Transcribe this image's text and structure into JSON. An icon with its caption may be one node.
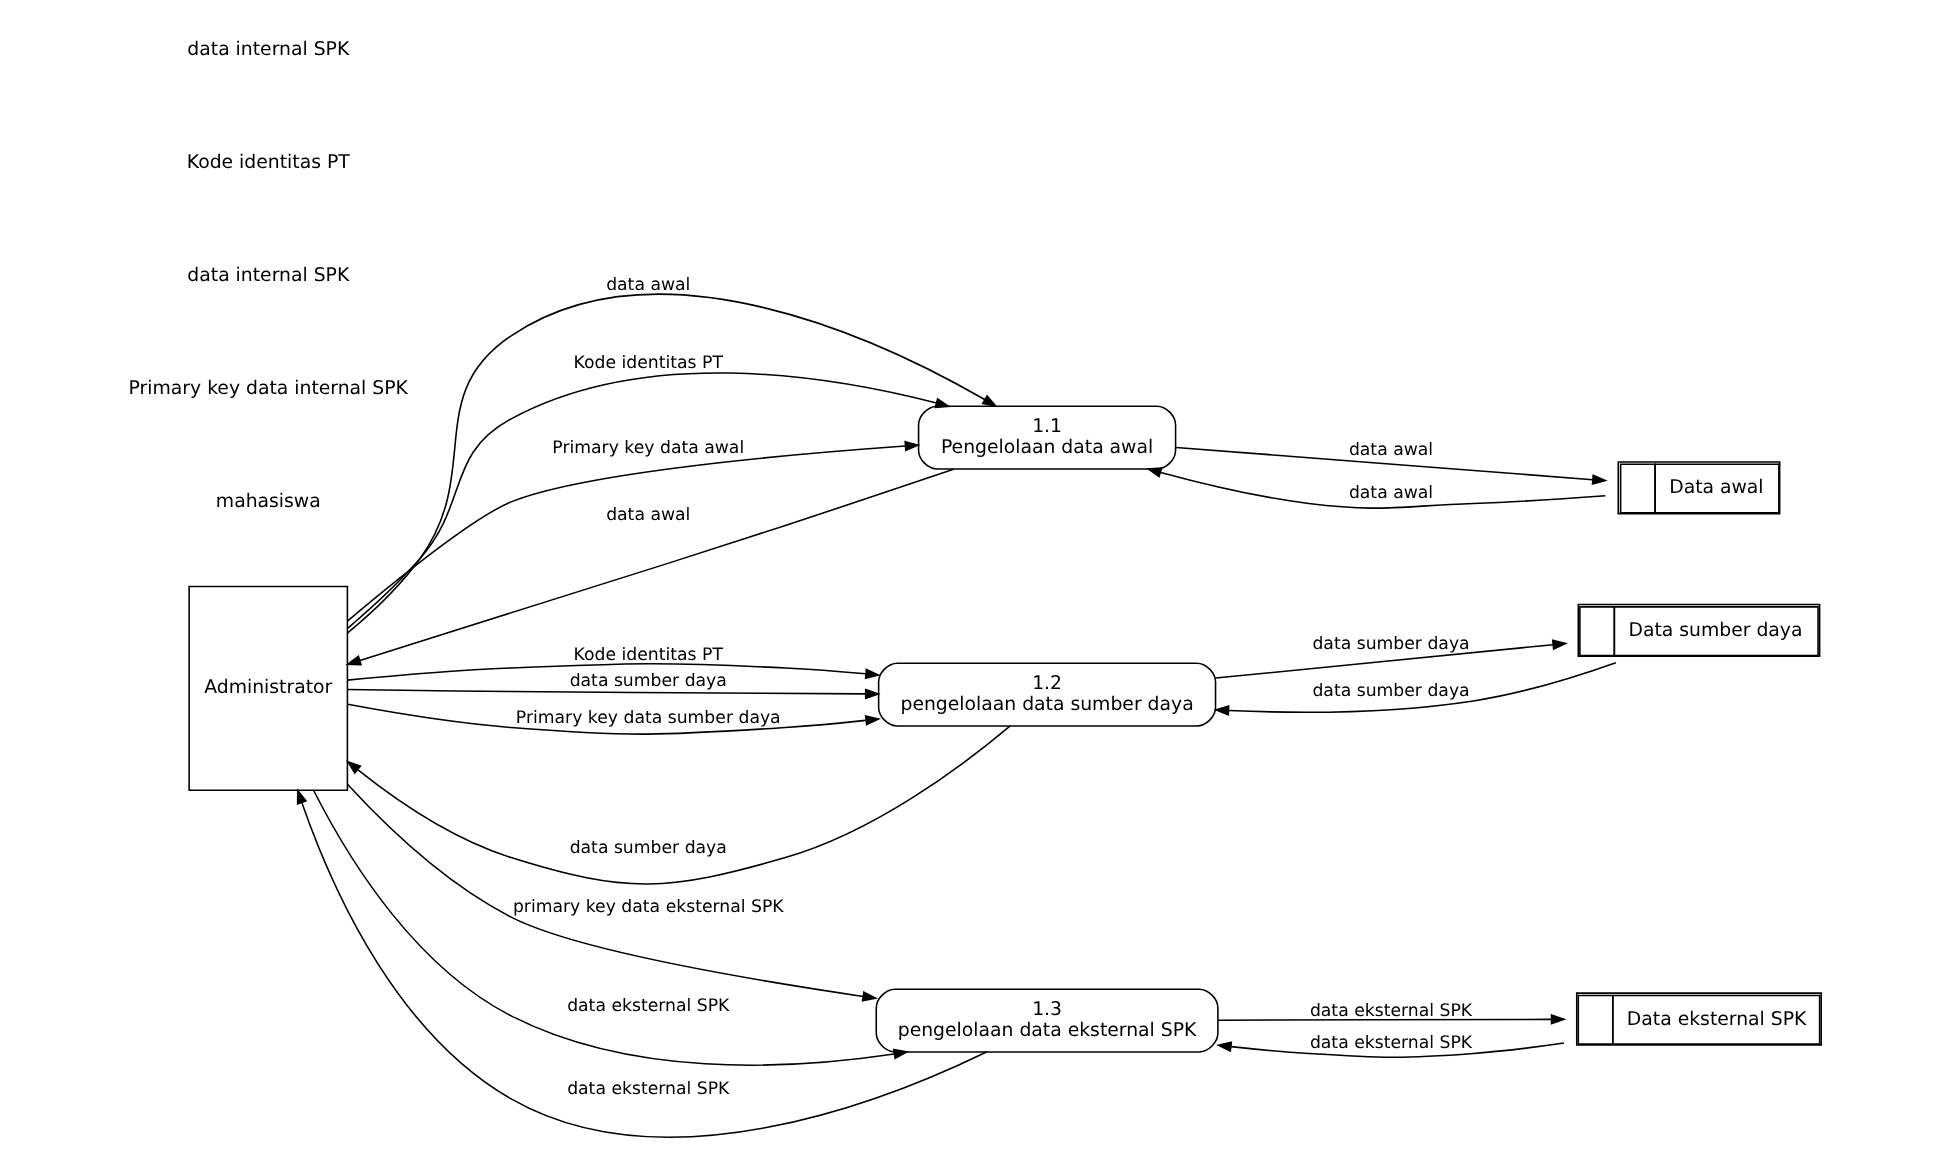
{
  "diagram": {
    "nodes": [
      {
        "text": [
          "Administrator"
        ]
      },
      {
        "text": [
          "1.1",
          "Pengelolaan data awal"
        ]
      },
      {
        "text": [
          "Data awal"
        ]
      },
      {
        "text": [
          "1.2",
          "pengelolaan data sumber daya"
        ]
      },
      {
        "text": [
          "Data sumber daya"
        ]
      },
      {
        "text": [
          "1.3",
          "pengelolaan data eksternal SPK"
        ]
      },
      {
        "text": [
          "Data eksternal SPK"
        ]
      }
    ],
    "edges": [
      {
        "from": 0,
        "to": 1,
        "arrow": "to",
        "label": "data awal"
      },
      {
        "from": 0,
        "to": 1,
        "arrow": "to",
        "label": "Kode identitas PT"
      },
      {
        "from": 0,
        "to": 1,
        "arrow": "to",
        "label": "Primary key data awal"
      },
      {
        "from": 1,
        "to": 0,
        "arrow": "to",
        "label": "data awal"
      },
      {
        "from": 3,
        "to": 0,
        "arrow": "to",
        "label": "data sumber daya"
      },
      {
        "from": 0,
        "to": 3,
        "arrow": "to",
        "label": "Kode identitas PT"
      },
      {
        "from": 0,
        "to": 3,
        "arrow": "to",
        "label": "data sumber daya"
      },
      {
        "from": 0,
        "to": 3,
        "arrow": "to",
        "label": "Primary key data sumber daya"
      },
      {
        "from": 1,
        "to": 2,
        "arrow": "to",
        "label": "data awal"
      },
      {
        "from": 2,
        "to": 1,
        "arrow": "to",
        "label": "data awal"
      },
      {
        "from": 3,
        "to": 4,
        "arrow": "to",
        "label": "data sumber daya"
      },
      {
        "from": 4,
        "to": 3,
        "arrow": "to",
        "label": "data sumber daya"
      },
      {
        "from": 0,
        "to": 5,
        "arrow": "to",
        "label": "primary key data eksternal SPK"
      },
      {
        "from": 0,
        "to": 5,
        "arrow": "to",
        "label": "data eksternal SPK"
      },
      {
        "from": 5,
        "to": 0,
        "arrow": "to",
        "label": "data eksternal SPK"
      },
      {
        "from": 5,
        "to": 6,
        "arrow": "to",
        "label": "data eksternal SPK"
      },
      {
        "from": 6,
        "to": 5,
        "arrow": "to",
        "label": "data eksternal SPK"
      }
    ],
    "labels": [
      "mahasiswa",
      "Primary key data internal SPK",
      "data internal SPK",
      "Kode identitas PT",
      "data internal SPK"
    ]
  }
}
